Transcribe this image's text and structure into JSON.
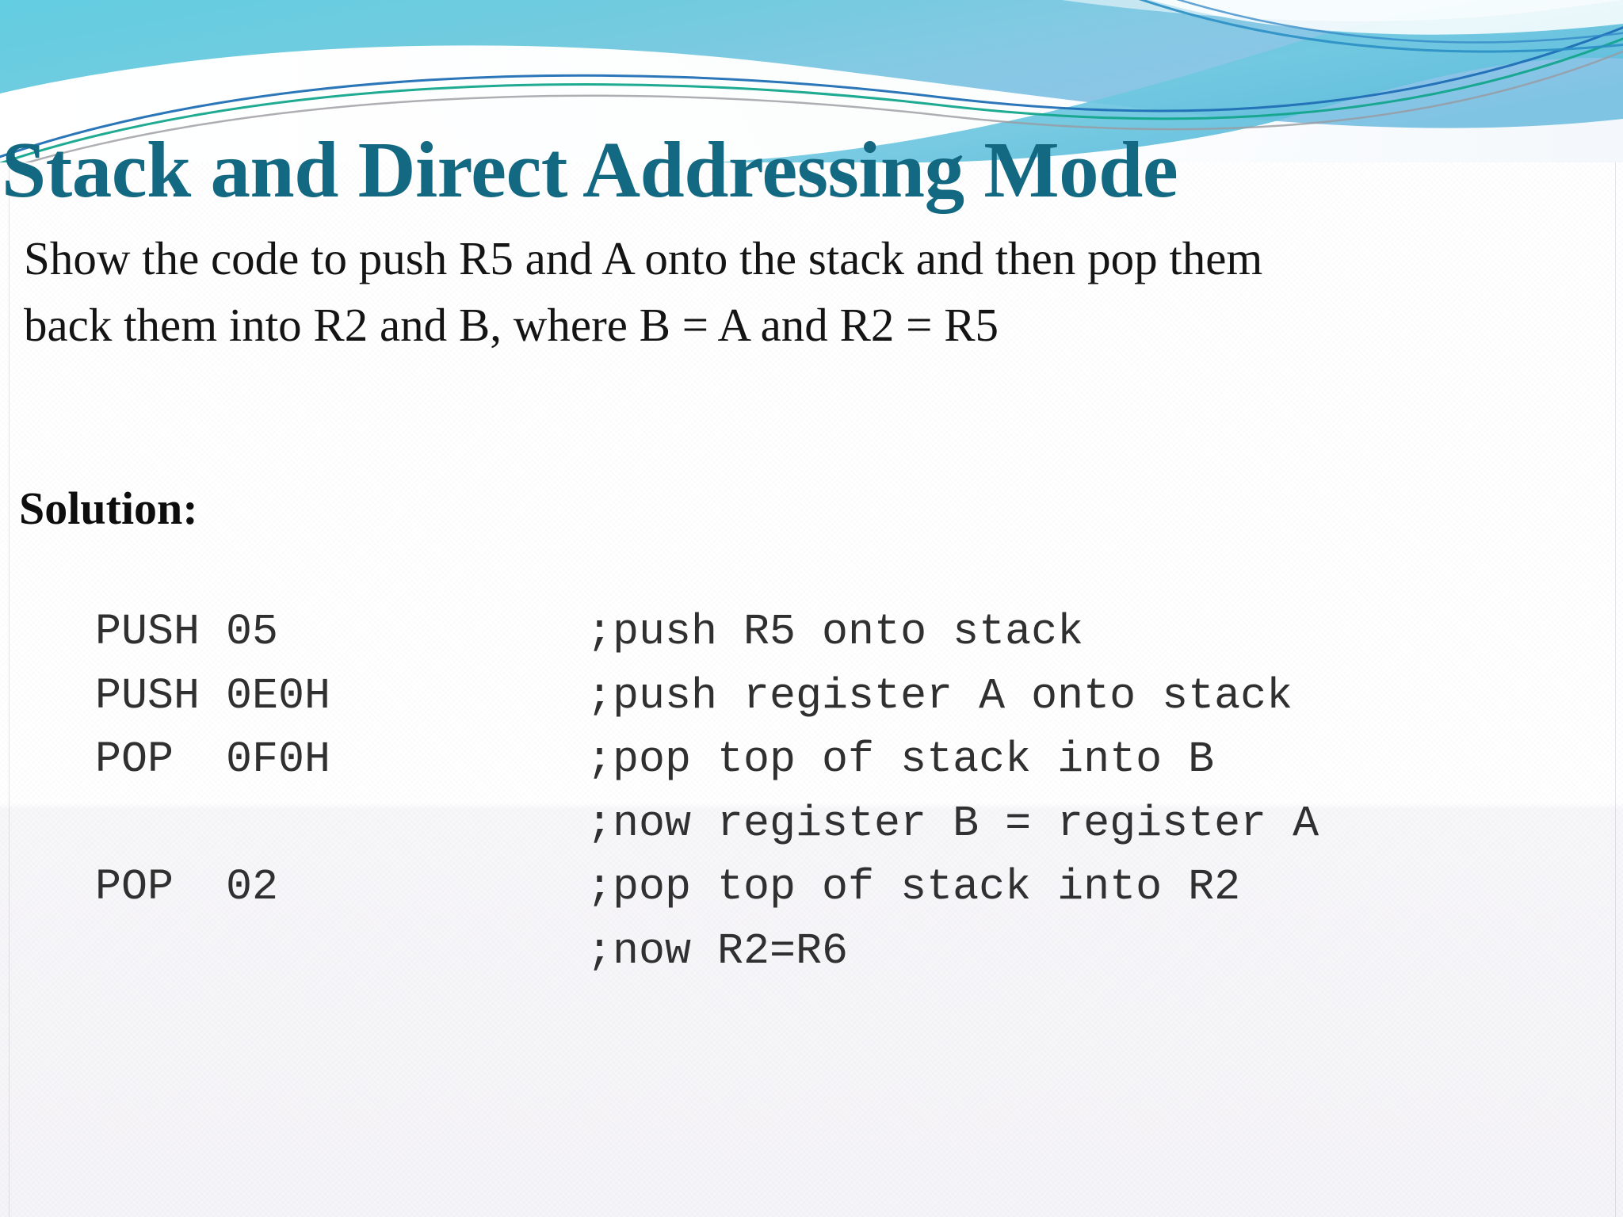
{
  "slide": {
    "title": "Stack and Direct Addressing Mode",
    "title_color": "#136981",
    "background_color": "#fdfdfd",
    "banner": {
      "gradient_from": "#5fc9de",
      "gradient_to": "#8fc6e8",
      "accent_line_teal": "#0f9f8f",
      "accent_line_blue": "#1f6fb5",
      "accent_line_gray": "#9a9aa0",
      "swoosh_color": "#ffffff"
    },
    "lead": {
      "line1": "Show the code to push R5 and A onto the stack and then pop them",
      "line2": "back them into R2 and B, where B = A and R2 = R5"
    },
    "solution_label": "Solution:",
    "code": {
      "text_color": "#303030",
      "lines": [
        {
          "instruction": "PUSH 05",
          "comment": ";push R5 onto stack"
        },
        {
          "instruction": "PUSH 0E0H",
          "comment": ";push register A onto stack"
        },
        {
          "instruction": "POP  0F0H",
          "comment": ";pop top of stack into B"
        },
        {
          "instruction": "",
          "comment": ";now register B = register A"
        },
        {
          "instruction": "POP  02",
          "comment": ";pop top of stack into R2"
        },
        {
          "instruction": "",
          "comment": ";now R2=R6"
        }
      ]
    }
  }
}
